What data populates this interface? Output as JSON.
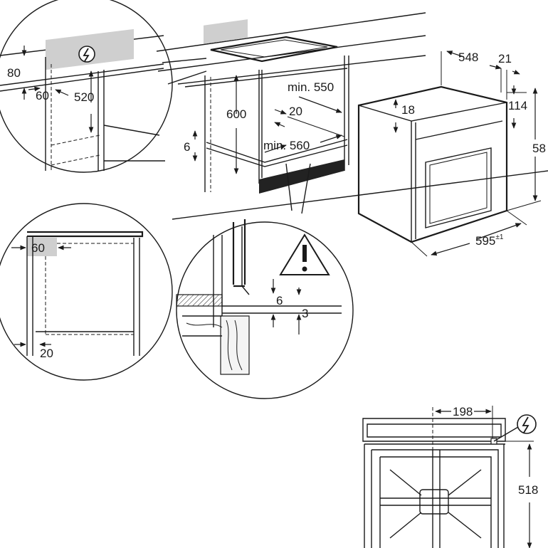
{
  "dimensions": {
    "cabinet_top_gap": "80",
    "cabinet_depth_offset": "60",
    "socket_height": "520",
    "niche_height": "600",
    "niche_depth": "min. 550",
    "vent_gap": "20",
    "niche_width": "min. 560",
    "shelf_thickness": "6",
    "oven_depth": "548",
    "front_panel": "21",
    "top_offset": "18",
    "side_height": "114",
    "oven_height": "58",
    "oven_width": "595",
    "oven_width_tolerance": "±1",
    "bottom_left_offset": "60",
    "bottom_left_gap": "20",
    "detail_gap_a": "6",
    "detail_gap_b": "3",
    "back_socket_offset": "198",
    "back_socket_height": "518"
  },
  "icons": {
    "electric": "electric-connection-icon",
    "warning": "warning-triangle-icon"
  }
}
